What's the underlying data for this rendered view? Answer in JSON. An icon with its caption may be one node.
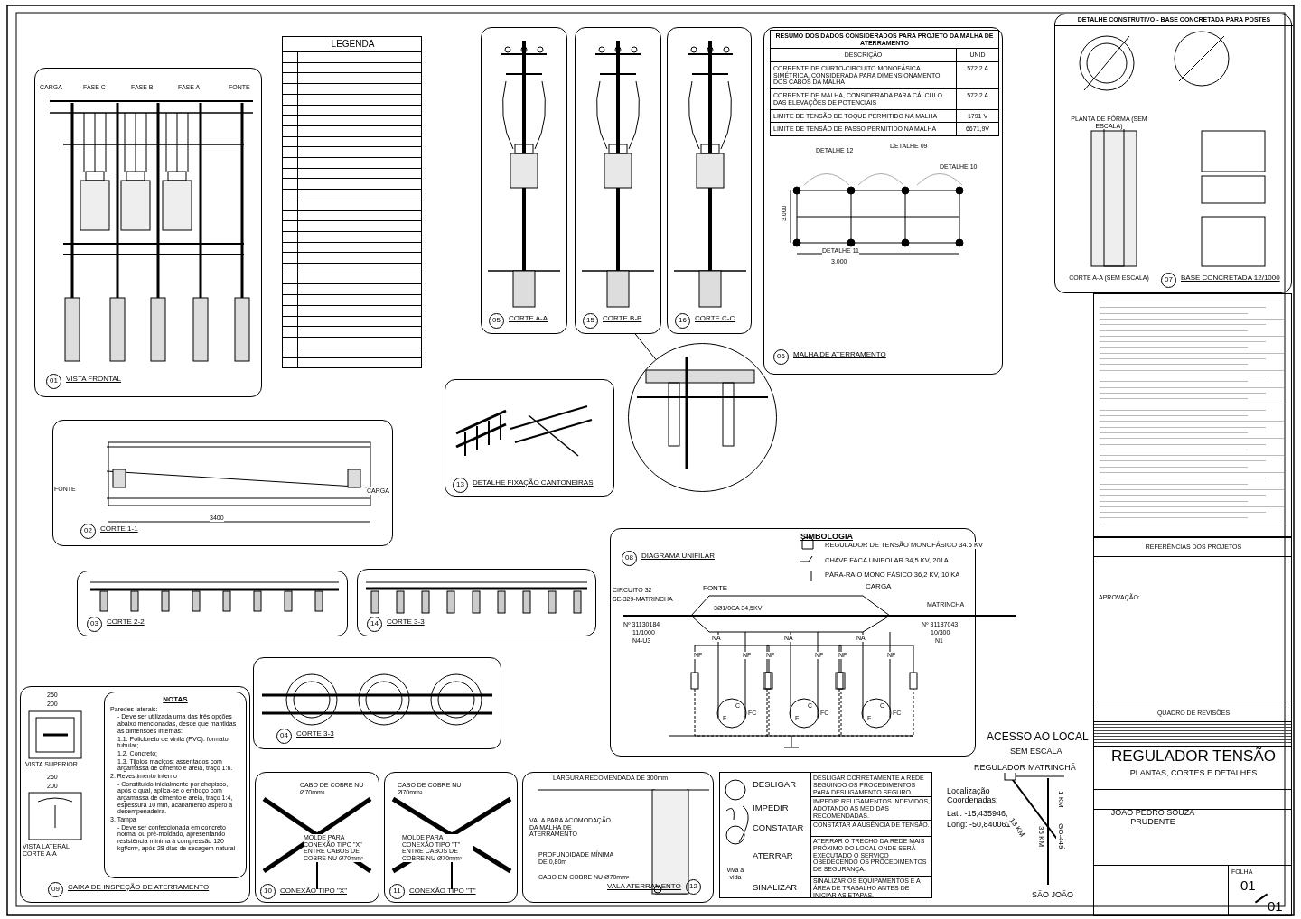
{
  "diagram": {
    "nodes": [
      {
        "text": [
          "01",
          "VISTA FRONTAL"
        ]
      },
      {
        "text": [
          "LEGENDA"
        ]
      },
      {
        "text": [
          "05",
          "CORTE A-A"
        ]
      },
      {
        "text": [
          "15",
          "CORTE B-B"
        ]
      },
      {
        "text": [
          "16",
          "CORTE C-C"
        ]
      },
      {
        "text": [
          "06",
          "MALHA DE ATERRAMENTO"
        ]
      },
      {
        "text": [
          "DETALHE CONSTRUTIVO - BASE CONCRETADA PARA POSTES",
          "PLANTA DE FÔRMA (SEM ESCALA)",
          "CORTE A-A (SEM ESCALA)",
          "07",
          "BASE CONCRETADA 12/1000"
        ]
      },
      {
        "text": [
          "13",
          "DETALHE FIXAÇÃO CANTONEIRAS"
        ]
      },
      {
        "text": [
          "02",
          "CORTE 1-1"
        ]
      },
      {
        "text": [],
        "shape": "circle"
      },
      {
        "text": [
          "03",
          "CORTE 2-2"
        ]
      },
      {
        "text": [
          "14",
          "CORTE 3-3"
        ]
      },
      {
        "text": [
          "08",
          "DIAGRAMA UNIFILAR",
          "SIMBOLOGIA"
        ]
      },
      {
        "text": [
          "04",
          "CORTE 3-3"
        ]
      },
      {
        "text": [
          "09",
          "CAIXA DE INSPEÇÃO DE ATERRAMENTO"
        ]
      },
      {
        "text": [
          "NOTAS",
          "Paredes laterais:",
          "- Deve ser utilizada uma das três opções abaixo mencionadas, desde que mantidas as dimensões internas:",
          "1.1. Policloreto de vinila (PVC): formato tubular;",
          "1.2. Concreto;",
          "1.3. Tijolos maciços: assentados com argamassa de cimento e areia, traço 1:6.",
          "2. Revestimento interno",
          "- Constituído inicialmente por chapisco, após o qual, aplica-se o emboço com argamassa de cimento e areia, traço 1:4, espessura 10 mm, acabamento áspero à desempenadeira.",
          "3. Tampa",
          "- Deve ser confeccionada em concreto normal ou pré-moldado, apresentando resistência mínima à compressão 120 kgf/cm², após 28 dias de secagem natural"
        ],
        "in": 14
      },
      {
        "text": [
          "10",
          "CONEXÃO TIPO \"X\""
        ]
      },
      {
        "text": [
          "11",
          "CONEXÃO TIPO \"T\""
        ]
      },
      {
        "text": [
          "VALA ATERRAMENTO",
          "12"
        ]
      },
      {
        "text": [
          "viva a vida",
          "DESLIGAR",
          "DESLIGAR CORRETAMENTE A REDE SEGUINDO OS PROCEDIMENTOS PARA DESLIGAMENTO SEGURO.",
          "IMPEDIR",
          "IMPEDIR RELIGAMENTOS INDEVIDOS, ADOTANDO AS MEDIDAS RECOMENDADAS.",
          "CONSTATAR",
          "CONSTATAR A AUSÊNCIA DE TENSÃO.",
          "ATERRAR",
          "ATERRAR O TRECHO DA REDE MAIS PRÓXIMO DO LOCAL ONDE SERÁ EXECUTADO O SERVIÇO OBEDECENDO OS PROCEDIMENTOS DE SEGURANÇA.",
          "SINALIZAR",
          "SINALIZAR OS EQUIPAMENTOS E A ÁREA DE TRABALHO ANTES DE INICIAR AS ETAPAS."
        ]
      },
      {
        "text": [
          "REFERÊNCIAS DOS PROJETOS",
          "APROVAÇÃO:",
          "QUADRO DE REVISÕES",
          "REGULADOR TENSÃO",
          "PLANTAS, CORTES E DETALHES",
          "JOAO PEDRO SOUZA PRUDENTE",
          "FOLHA",
          "01",
          "01"
        ]
      }
    ],
    "edges": [
      {
        "from": 3,
        "to": 9,
        "arrow": "none"
      }
    ],
    "labels": [
      "CARGA",
      "FASE C",
      "FASE B",
      "FASE A",
      "FONTE",
      "RESUMO DOS DADOS CONSIDERADOS PARA PROJETO DA MALHA DE ATERRAMENTO",
      "DESCRIÇÃO",
      "UNID",
      "CORRENTE DE CURTO-CIRCUITO MONOFÁSICA SIMÉTRICA, CONSIDERADA PARA DIMENSIONAMENTO DOS CABOS DA MALHA",
      "572,2 A",
      "CORRENTE DE MALHA, CONSIDERADA PARA CÁLCULO DAS ELEVAÇÕES DE POTENCIAIS",
      "572,2 A",
      "LIMITE DE TENSÃO DE TOQUE PERMITIDO NA MALHA",
      "1791 V",
      "LIMITE DE TENSÃO DE PASSO PERMITIDO NA MALHA",
      "6671,9V",
      "DETALHE 12",
      "DETALHE 09",
      "DETALHE 10",
      "DETALHE 11",
      "3.000",
      "3.000",
      "FONTE",
      "CARGA",
      "3400",
      "REGULADOR DE TENSÃO MONOFÁSICO 34.5 KV",
      "CHAVE FACA UNIPOLAR 34,5 KV, 201A",
      "PÁRA-RAIO MONO FÁSICO 36,2 KV, 10 KA",
      "CIRCUITO 32",
      "SE-329-MATRINCHA",
      "Nº 31130184",
      "11/1000",
      "N4-U3",
      "FONTE",
      "3Ø1/0CA 34,5KV",
      "CARGA",
      "MATRINCHA",
      "Nº 31187043",
      "10/300",
      "N1",
      "NA",
      "NA",
      "NA",
      "NF",
      "NF",
      "NF",
      "NF",
      "NF",
      "NF",
      "C",
      "F",
      "FC",
      "C",
      "F",
      "FC",
      "C",
      "F",
      "FC",
      "250",
      "200",
      "VISTA SUPERIOR",
      "250",
      "200",
      "VISTA LATERAL CORTE A-A",
      "CABO DE COBRE NU Ø70mm²",
      "MOLDE PARA CONEXÃO TIPO \"X\" ENTRE CABOS DE COBRE NU Ø70mm²",
      "CABO DE COBRE NU Ø70mm²",
      "MOLDE PARA CONEXÃO TIPO \"T\" ENTRE CABOS DE COBRE NU Ø70mm²",
      "LARGURA RECOMENDADA DE 300mm",
      "VALA PARA ACOMODAÇÃO DA MALHA DE ATERRAMENTO",
      "PROFUNDIDADE MÍNIMA DE 0,80m",
      "CABO EM COBRE NU Ø70mm²",
      "ACESSO AO LOCAL",
      "SEM ESCALA",
      "REGULADOR",
      "MATRINCHÃ",
      "Localização Coordenadas:",
      "Lati: -15,435946,",
      "Long: -50,840061",
      "13 KM",
      "36 KM",
      "1 KM",
      "GO-449",
      "SÃO JOÃO"
    ]
  }
}
